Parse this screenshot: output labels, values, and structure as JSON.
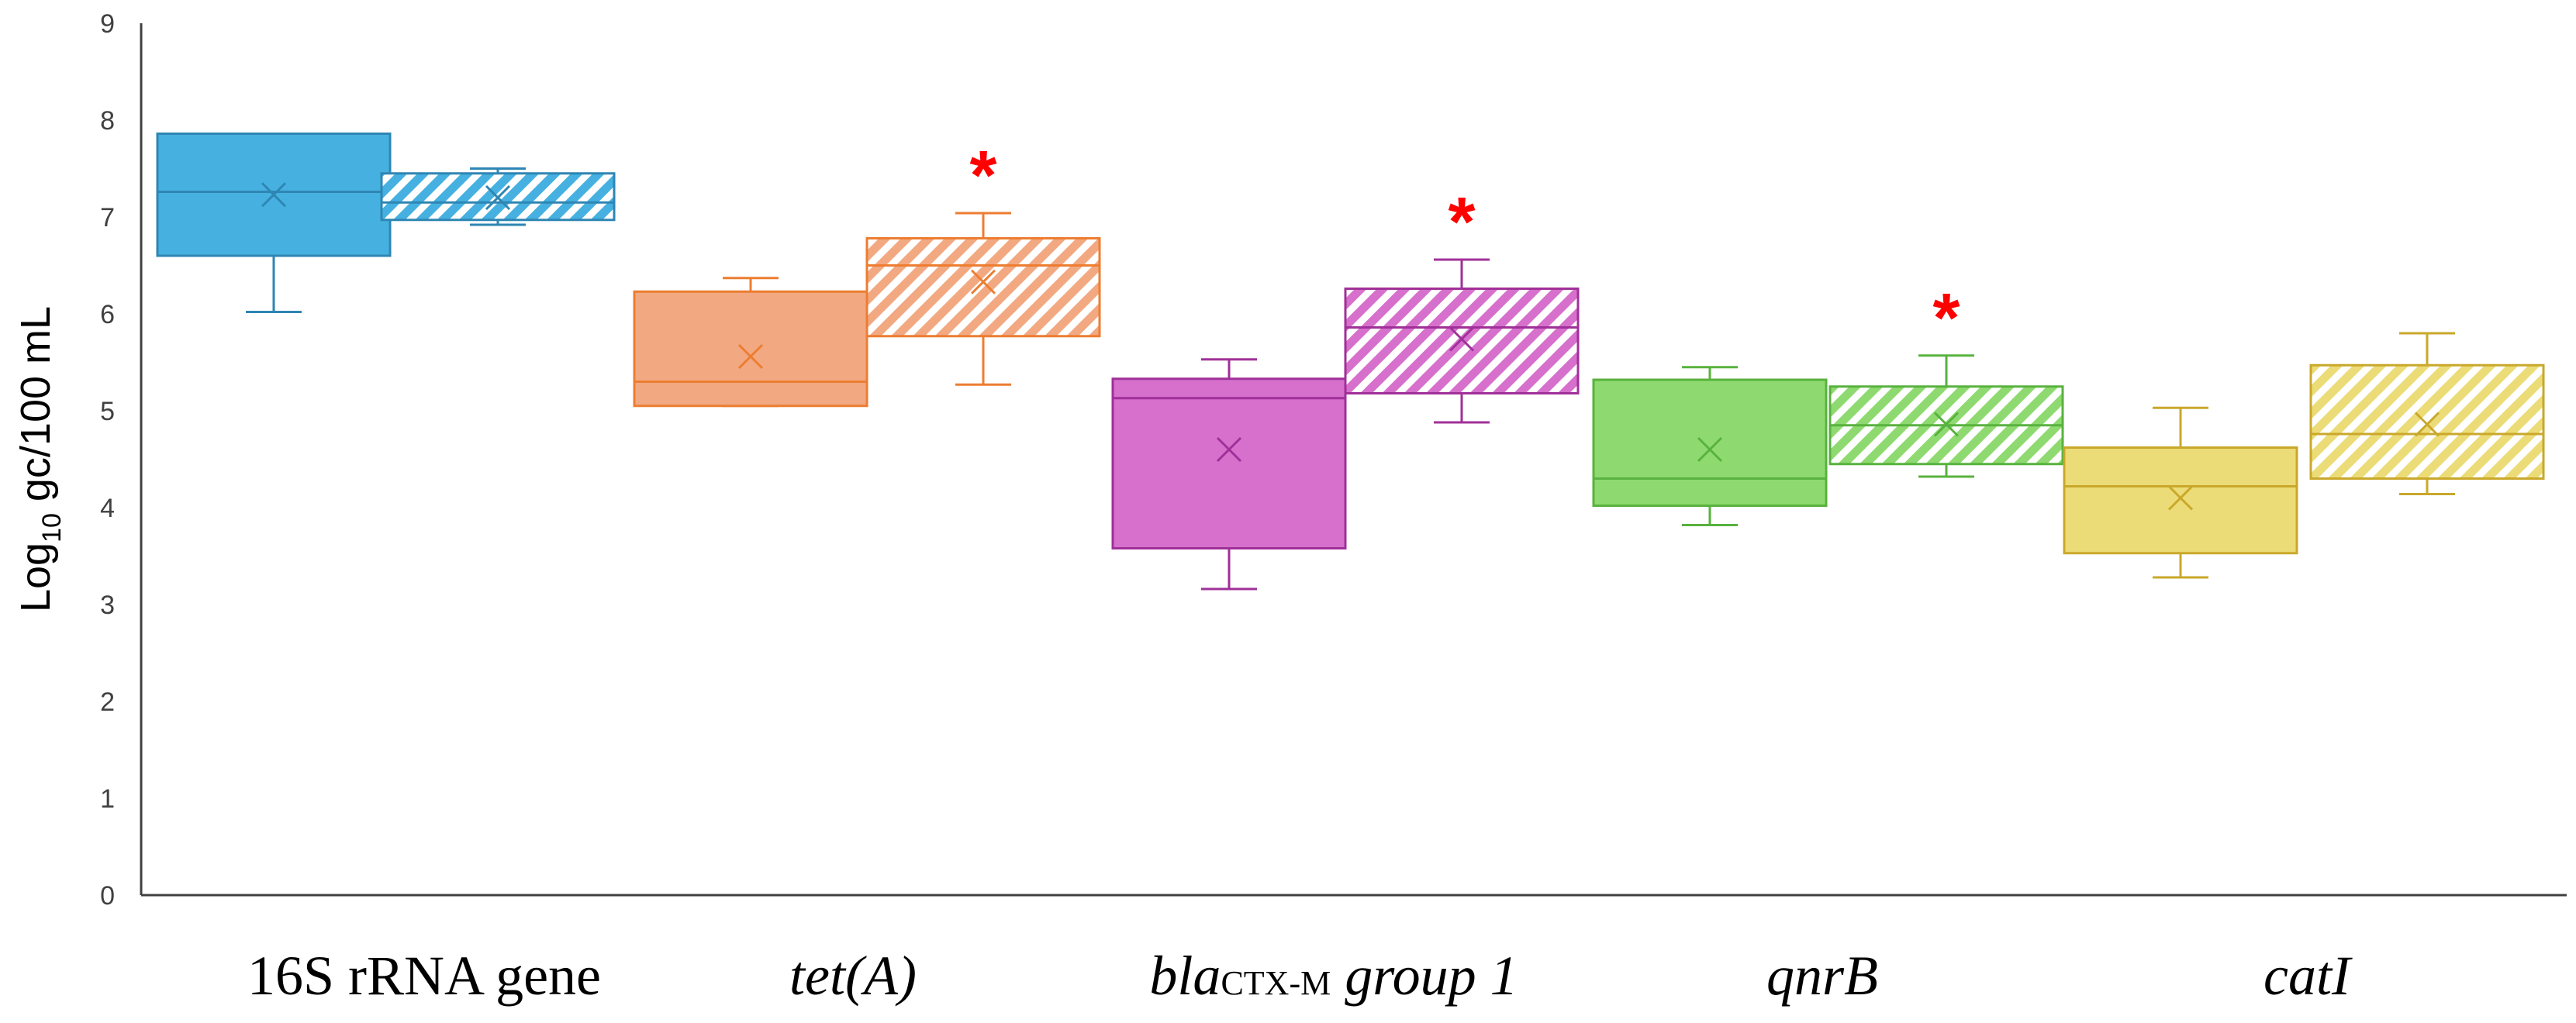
{
  "chart_data": {
    "type": "box",
    "y_axis": {
      "label_main": "Log",
      "label_sub": "10",
      "label_rest": " gc/100 mL",
      "min": 0,
      "max": 9,
      "ticks": [
        "0",
        "1",
        "2",
        "3",
        "4",
        "5",
        "6",
        "7",
        "8",
        "9"
      ]
    },
    "categories": [
      {
        "parts": [
          {
            "text": "16S rRNA gene",
            "italic": false
          }
        ]
      },
      {
        "parts": [
          {
            "text": "tet(A)",
            "italic": true
          }
        ]
      },
      {
        "parts": [
          {
            "text": "bla",
            "italic": true
          },
          {
            "text": "CTX-M",
            "italic": false,
            "small": true
          },
          {
            "text": " group 1",
            "italic": true
          }
        ]
      },
      {
        "parts": [
          {
            "text": "qnrB",
            "italic": true
          }
        ]
      },
      {
        "parts": [
          {
            "text": "catI",
            "italic": true
          }
        ]
      }
    ],
    "boxes": [
      {
        "category": 0,
        "pattern": "solid",
        "color": "#46b1e1",
        "stroke": "#2e86b3",
        "whisker_low": 6.02,
        "q1": 6.6,
        "median": 7.26,
        "q3": 7.86,
        "whisker_high": 7.86,
        "mean": 7.23,
        "star": false
      },
      {
        "category": 0,
        "pattern": "hatched",
        "color": "#46b1e1",
        "stroke": "#2e86b3",
        "whisker_low": 6.92,
        "q1": 6.97,
        "median": 7.15,
        "q3": 7.45,
        "whisker_high": 7.5,
        "mean": 7.2,
        "star": false
      },
      {
        "category": 1,
        "pattern": "solid",
        "color": "#f2a982",
        "stroke": "#ed7d31",
        "whisker_low": 5.05,
        "q1": 5.05,
        "median": 5.3,
        "q3": 6.23,
        "whisker_high": 6.37,
        "mean": 5.56,
        "star": false
      },
      {
        "category": 1,
        "pattern": "hatched",
        "color": "#f2a982",
        "stroke": "#ed7d31",
        "whisker_low": 5.27,
        "q1": 5.77,
        "median": 6.5,
        "q3": 6.78,
        "whisker_high": 7.04,
        "mean": 6.33,
        "star": true
      },
      {
        "category": 2,
        "pattern": "solid",
        "color": "#d670cc",
        "stroke": "#a03099",
        "whisker_low": 3.16,
        "q1": 3.58,
        "median": 5.13,
        "q3": 5.33,
        "whisker_high": 5.53,
        "mean": 4.6,
        "star": false
      },
      {
        "category": 2,
        "pattern": "hatched",
        "color": "#d670cc",
        "stroke": "#a03099",
        "whisker_low": 4.88,
        "q1": 5.18,
        "median": 5.86,
        "q3": 6.26,
        "whisker_high": 6.56,
        "mean": 5.74,
        "star": true
      },
      {
        "category": 3,
        "pattern": "solid",
        "color": "#8fda70",
        "stroke": "#58b23e",
        "whisker_low": 3.82,
        "q1": 4.02,
        "median": 4.3,
        "q3": 5.32,
        "whisker_high": 5.45,
        "mean": 4.6,
        "star": false
      },
      {
        "category": 3,
        "pattern": "hatched",
        "color": "#8fda70",
        "stroke": "#58b23e",
        "whisker_low": 4.32,
        "q1": 4.45,
        "median": 4.85,
        "q3": 5.25,
        "whisker_high": 5.57,
        "mean": 4.86,
        "star": true
      },
      {
        "category": 4,
        "pattern": "solid",
        "color": "#ecdc78",
        "stroke": "#c9a82a",
        "whisker_low": 3.28,
        "q1": 3.53,
        "median": 4.22,
        "q3": 4.62,
        "whisker_high": 5.03,
        "mean": 4.1,
        "star": false
      },
      {
        "category": 4,
        "pattern": "hatched",
        "color": "#ecdc78",
        "stroke": "#c9a82a",
        "whisker_low": 4.14,
        "q1": 4.3,
        "median": 4.76,
        "q3": 5.47,
        "whisker_high": 5.8,
        "mean": 4.86,
        "star": false
      }
    ],
    "star_symbol": "*",
    "grid": false,
    "legend": "none"
  }
}
